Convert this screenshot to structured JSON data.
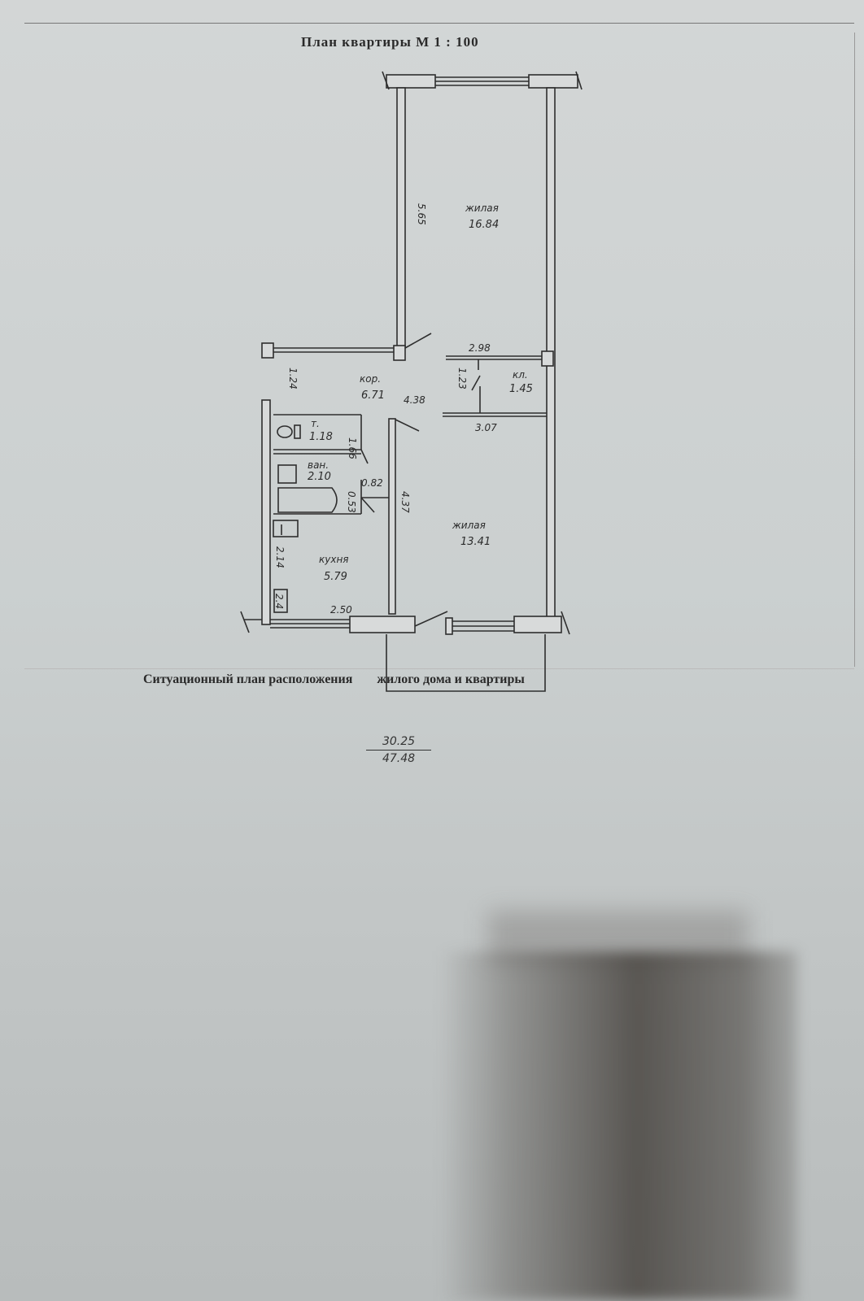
{
  "document": {
    "title": "План квартиры М 1 : 100",
    "subtitle_part1": "Ситуационный план расположения",
    "subtitle_part2": "жилого дома и квартиры"
  },
  "rooms": {
    "living_large": {
      "label": "жилая",
      "area": "16.84"
    },
    "corridor": {
      "label": "кор.",
      "area": "6.71"
    },
    "storage": {
      "label": "кл.",
      "area": "1.45"
    },
    "toilet": {
      "label": "т.",
      "area": "1.18"
    },
    "bathroom": {
      "label": "ван.",
      "area": "2.10"
    },
    "kitchen": {
      "label": "кухня",
      "area": "5.79"
    },
    "living_small": {
      "label": "жилая",
      "area": "13.41"
    }
  },
  "dimensions": {
    "d_565": "5.65",
    "d_124": "1.24",
    "d_298": "2.98",
    "d_123": "1.23",
    "d_438": "4.38",
    "d_307": "3.07",
    "d_166": "1.66",
    "d_082": "0.82",
    "d_053": "0.53",
    "d_437": "4.37",
    "d_214": "2.14",
    "d_250": "2.50"
  },
  "appliance_label": "2.4",
  "totals": {
    "living_area": "30.25",
    "total_area": "47.48"
  }
}
